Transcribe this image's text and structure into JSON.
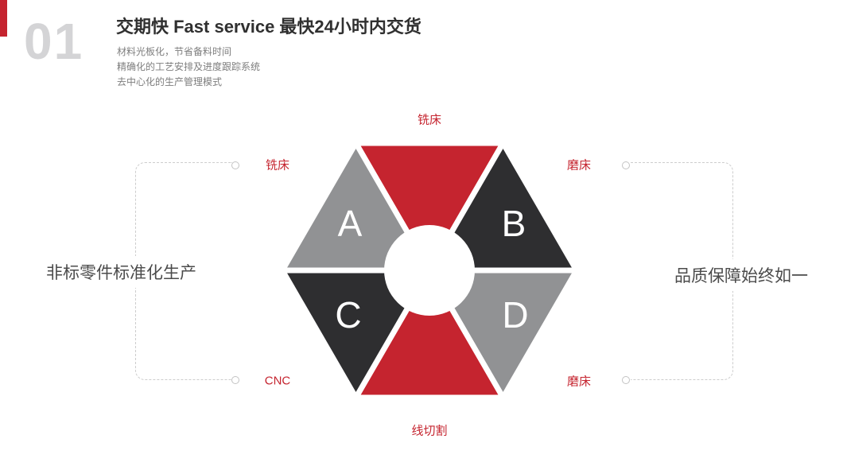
{
  "header": {
    "number": "01",
    "title": "交期快  Fast service 最快24小时内交货",
    "lines": [
      "材料光板化，节省备料时间",
      "精确化的工艺安排及进度跟踪系统",
      "去中心化的生产管理模式"
    ]
  },
  "captions": {
    "left": "非标零件标准化生产",
    "right": "品质保障始终如一"
  },
  "diagram": {
    "labels": {
      "top": "铣床",
      "left": "铣床",
      "right": "磨床",
      "bottom_left": "CNC",
      "bottom_right": "磨床",
      "bottom": "线切割"
    },
    "letters": [
      "A",
      "B",
      "C",
      "D"
    ]
  },
  "colors": {
    "red": "#c5242f",
    "dark": "#2e2e30",
    "gray": "#919294",
    "number_gray": "#d4d4d6",
    "label_red": "#c5242f",
    "dash_gray": "#cdcdcd"
  }
}
